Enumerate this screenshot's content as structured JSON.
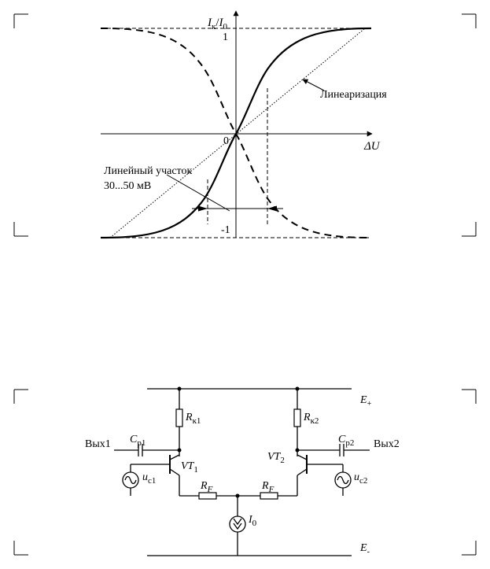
{
  "graph": {
    "y_axis_label_main": "I",
    "y_axis_label_sub1": "к",
    "y_axis_label_slash": "/",
    "y_axis_label_main2": "I",
    "y_axis_label_sub2": "0",
    "x_axis_label": "ΔU",
    "tick_top": "1",
    "tick_bottom": "-1",
    "origin": "0",
    "annotation_linearization": "Линеаризация",
    "annotation_linear_region_line1": "Линейный участок",
    "annotation_linear_region_line2": "30...50 мВ"
  },
  "circuit": {
    "supply_plus": "E",
    "supply_plus_sub": "+",
    "supply_minus": "E",
    "supply_minus_sub": "-",
    "rk1": "R",
    "rk1_sub": "к1",
    "rk2": "R",
    "rk2_sub": "к2",
    "cp1": "C",
    "cp1_sub": "p1",
    "cp2": "C",
    "cp2_sub": "p2",
    "out1": "Вых1",
    "out2": "Вых2",
    "vt1": "VT",
    "vt1_sub": "1",
    "vt2": "VT",
    "vt2_sub": "2",
    "uc1": "u",
    "uc1_sub": "c1",
    "uc2": "u",
    "uc2_sub": "c2",
    "rf1": "R",
    "rf1_sub": "F",
    "rf2": "R",
    "rf2_sub": "F",
    "i0": "I",
    "i0_sub": "0"
  }
}
